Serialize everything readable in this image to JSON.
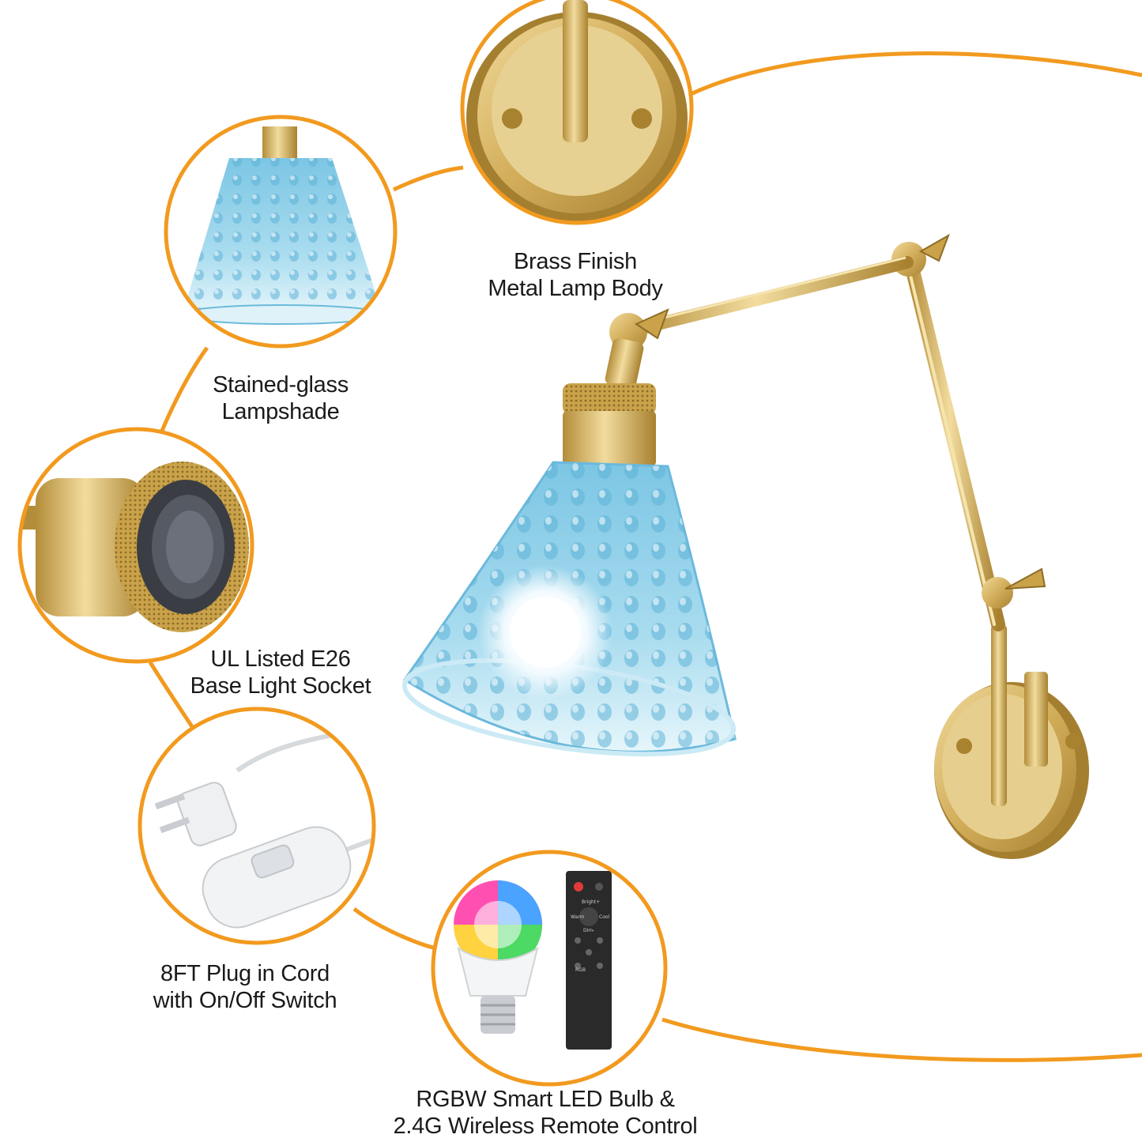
{
  "colors": {
    "accent_orange": "#f29a1f",
    "brass": "#c9a24a",
    "brass_dark": "#9c7a2f",
    "glass_blue": "#9fd6ec",
    "remote_dark": "#2a2a2a"
  },
  "features": [
    {
      "id": "brass-body",
      "icon": "wall-plate-icon",
      "lines": [
        "Brass Finish",
        "Metal Lamp Body"
      ]
    },
    {
      "id": "lampshade",
      "icon": "glass-lampshade-icon",
      "lines": [
        "Stained-glass",
        "Lampshade"
      ]
    },
    {
      "id": "socket",
      "icon": "light-socket-icon",
      "lines": [
        "UL Listed E26",
        "Base Light Socket"
      ]
    },
    {
      "id": "cord",
      "icon": "plug-cord-icon",
      "lines": [
        "8FT Plug in Cord",
        "with On/Off Switch"
      ]
    },
    {
      "id": "bulb-remote",
      "icon": "rgb-bulb-remote-icon",
      "lines": [
        "RGBW Smart LED Bulb &",
        "2.4G Wireless Remote Control"
      ]
    }
  ],
  "remote": {
    "labels": [
      "Bright+",
      "Warm",
      "Cool",
      "Dim-",
      "RGB"
    ]
  }
}
